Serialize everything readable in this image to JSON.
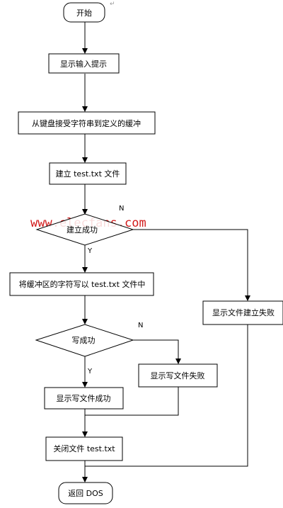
{
  "flowchart": {
    "start": "开始",
    "show_prompt": "显示输入提示",
    "read_keyboard": "从键盘接受字符串到定义的缓冲",
    "create_file": "建立 test.txt 文件",
    "create_success": "建立成功",
    "write_buffer": "将缓冲区的字符写以 test.txt 文件中",
    "write_success": "写成功",
    "write_fail": "显示写文件失败",
    "write_ok": "显示写文件成功",
    "create_fail": "显示文件建立失败",
    "close_file": "关闭文件 test.txt",
    "end": "返回 DOS"
  },
  "branch_labels": {
    "create_no": "N",
    "create_yes": "Y",
    "write_no": "N",
    "write_yes": "Y"
  },
  "watermark": "www.elecfans.com",
  "paragraph_mark": "↵"
}
